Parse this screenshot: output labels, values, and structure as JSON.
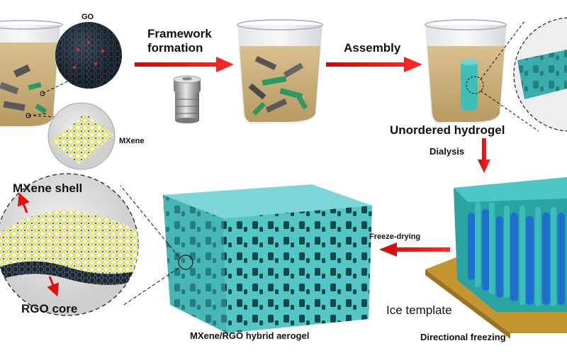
{
  "labels": {
    "go": "GO",
    "mxene": "MXene",
    "framework_formation": "Framework\nformation",
    "assembly": "Assembly",
    "unordered_hydrogel": "Unordered hydrogel",
    "dialysis": "Dialysis",
    "mxene_shell": "MXene shell",
    "rgo_core": "RGO core",
    "freeze_drying": "Freeze-drying",
    "ice_template": "Ice template",
    "directional_freezing": "Directional freezing",
    "hybrid_aerogel": "MXene/RGO hybrid aerogel"
  },
  "colors": {
    "arrow_red": "#e01010",
    "aerogel_teal": "#4fc3c3",
    "ice_blue": "#1f7fd0",
    "liquid": "#c9ae7c",
    "gold_base": "#b98a2a",
    "graphene_dark": "#2b3a4a",
    "mxene_yellow": "#f2d61a"
  }
}
